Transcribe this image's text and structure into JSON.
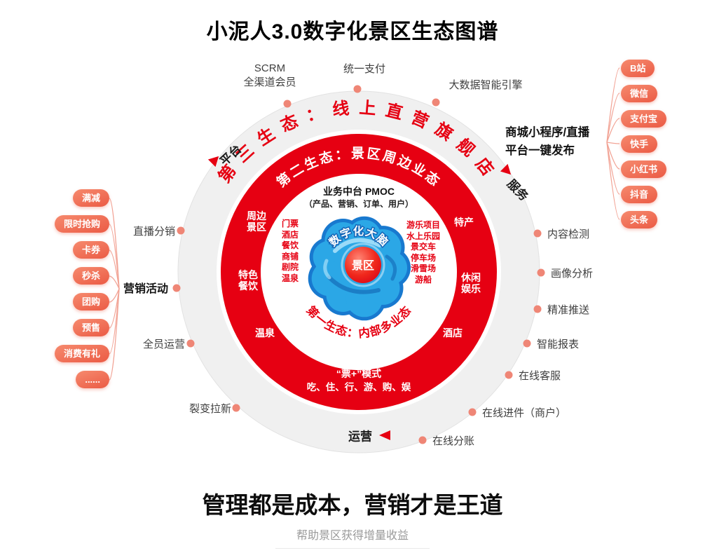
{
  "title": "小泥人3.0数字化景区生态图谱",
  "colors": {
    "primary_red": "#e60012",
    "salmon": "#ef8676",
    "brain_blue": "#2ba7e6",
    "deep_blue": "#1879cf",
    "ring_gray": "#f0f0f0"
  },
  "rings": {
    "ecosystem3": "第三生态：线上直营旗舰店",
    "ecosystem2": "第二生态：景区周边业态",
    "ecosystem1": "第一生态：内部多业态"
  },
  "axis": {
    "platform": "平台",
    "service": "服务",
    "operation": "运营"
  },
  "center": {
    "brain": "数字化大脑",
    "core": "景区",
    "pmoc_title": "业务中台 PMOC",
    "pmoc_sub": "（产品、营销、订单、用户）",
    "left_items": [
      "门票",
      "酒店",
      "餐饮",
      "商铺",
      "剧院",
      "温泉"
    ],
    "right_items": [
      "游乐项目",
      "水上乐园",
      "景交车",
      "停车场",
      "滑雪场",
      "游船"
    ],
    "ticket_mode": "“票+”模式",
    "ticket_chain": "吃、住、行、游、购、娱"
  },
  "ring2_items": {
    "around": "周边景区",
    "specialty": "特产",
    "dining": "特色餐饮",
    "leisure": "休闲娱乐",
    "hot_spring": "温泉",
    "hotel": "酒店"
  },
  "satellites": {
    "scrm": [
      "SCRM",
      "全渠道会员"
    ],
    "unified_pay": "统一支付",
    "big_data": "大数据智能引擎",
    "mall": [
      "商城小程序/直播",
      "平台一键发布"
    ],
    "content_check": "内容检测",
    "portrait_analysis": "画像分析",
    "precise_push": "精准推送",
    "smart_report": "智能报表",
    "online_service": "在线客服",
    "online_merchant": "在线进件（商户）",
    "online_split": "在线分账",
    "fission": "裂变拉新",
    "all_staff_operation": "全员运营",
    "marketing_campaign": "营销活动",
    "live_distribution": "直播分销"
  },
  "right_pills": [
    "B站",
    "微信",
    "支付宝",
    "快手",
    "小红书",
    "抖音",
    "头条"
  ],
  "left_pills": [
    "满减",
    "限时抢购",
    "卡券",
    "秒杀",
    "团购",
    "预售",
    "消费有礼",
    "......"
  ],
  "footer": {
    "headline": "管理都是成本，营销才是王道",
    "subline": "帮助景区获得增量收益"
  }
}
